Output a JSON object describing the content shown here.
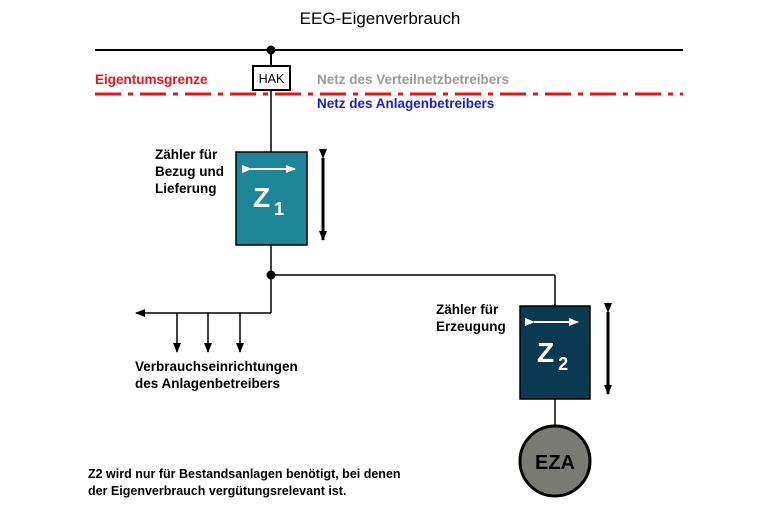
{
  "title": "EEG-Eigenverbrauch",
  "boundary": {
    "label": "Eigentumsgrenze",
    "grid_operator_side": "Netz des Verteilnetzbetreibers",
    "plant_operator_side": "Netz des Anlagenbetreibers"
  },
  "hak_label": "HAK",
  "meter1": {
    "caption": [
      "Zähler für",
      "Bezug und",
      "Lieferung"
    ],
    "name": "Z",
    "index": "1"
  },
  "meter2": {
    "caption": [
      "Zähler für",
      "Erzeugung"
    ],
    "name": "Z",
    "index": "2"
  },
  "consumers_label": [
    "Verbrauchseinrichtungen",
    "des Anlagenbetreibers"
  ],
  "generator_label": "EZA",
  "note": [
    "Z2  wird nur für Bestandsanlagen benötigt, bei denen",
    "der Eigenverbrauch vergütungsrelevant ist."
  ],
  "colors": {
    "boundary_red": "#e8141c",
    "grid_gray": "#999999",
    "plant_blue": "#1a1ae0",
    "meter1_fill": "#1e8699",
    "meter2_fill": "#0a3a52",
    "generator_fill": "#7a7a74"
  }
}
